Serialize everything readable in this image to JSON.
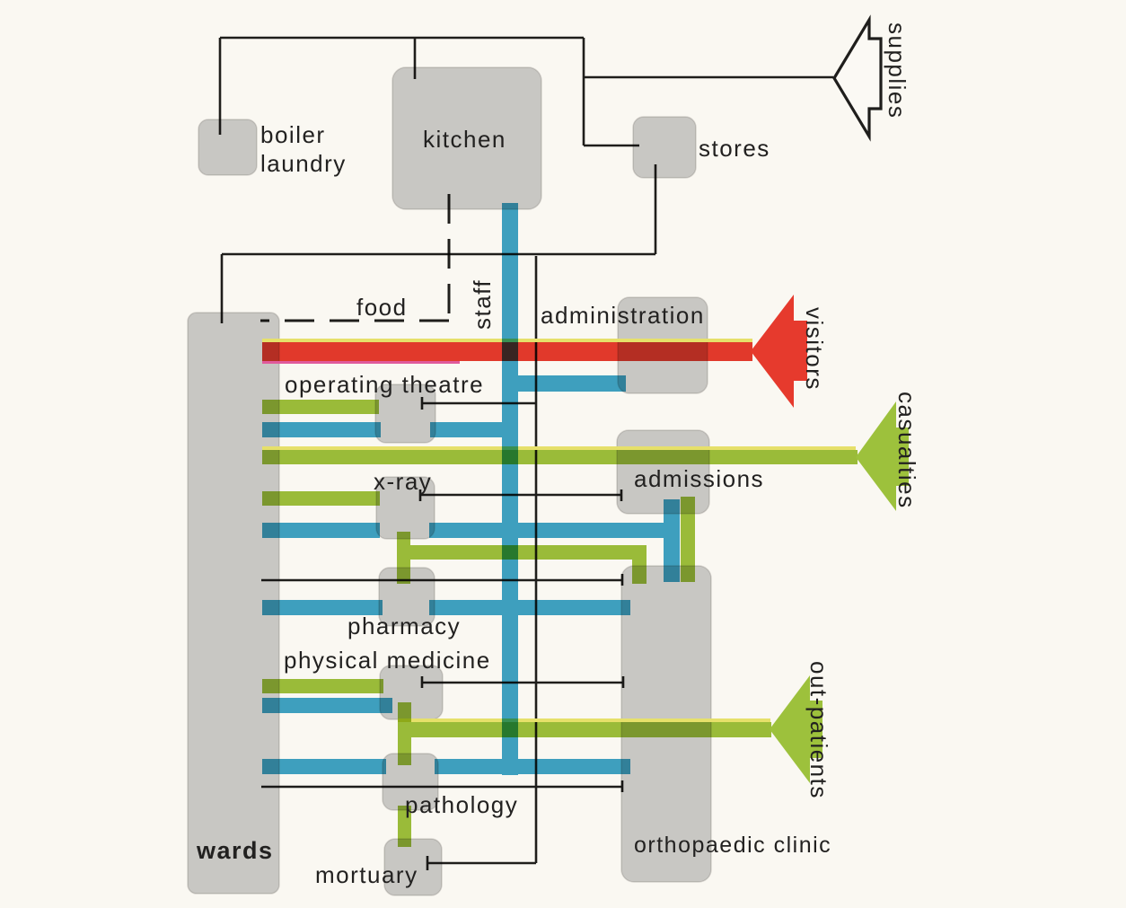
{
  "palette": {
    "box_grey": "#c8c7c3",
    "staff_blue": "#3fa4c8",
    "patient_green": "#9dc13c",
    "visitor_red": "#e63a2d",
    "line_black": "#1f1e1c",
    "background": "#faf8f2"
  },
  "boxes": {
    "boiler_laundry": {
      "line1": "boiler",
      "line2": "laundry"
    },
    "kitchen": {
      "label": "kitchen"
    },
    "stores": {
      "label": "stores"
    },
    "wards": {
      "label": "wards"
    },
    "administration": {
      "label": "administration"
    },
    "operating_theatre": {
      "label": "operating theatre"
    },
    "x_ray": {
      "label": "x-ray"
    },
    "admissions": {
      "label": "admissions"
    },
    "pharmacy": {
      "label": "pharmacy"
    },
    "physical_medicine": {
      "label": "physical medicine"
    },
    "orthopaedic_clinic": {
      "label": "orthopaedic clinic"
    },
    "pathology": {
      "label": "pathology"
    },
    "mortuary": {
      "label": "mortuary"
    }
  },
  "flows": {
    "supplies": {
      "label": "supplies",
      "color": "#1f1e1c"
    },
    "staff": {
      "label": "staff",
      "color": "#3fa4c8"
    },
    "food": {
      "label": "food",
      "color": "#1f1e1c"
    },
    "visitors": {
      "label": "visitors",
      "color": "#e63a2d"
    },
    "casualties": {
      "label": "casualties",
      "color": "#9dc13c"
    },
    "out_patients": {
      "label": "out-patients",
      "color": "#9dc13c"
    }
  }
}
